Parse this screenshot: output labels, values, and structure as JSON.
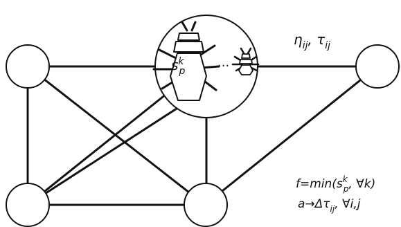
{
  "edge_label": {
    "eta": "η",
    "eta_sub": "ij",
    "sep": ",",
    "tau": "τ",
    "tau_sub": "ij"
  },
  "node_label": {
    "s": "s",
    "k": "k",
    "p": "p"
  },
  "ellipsis": "...",
  "formula_f": {
    "lhs": "f=min(s",
    "k": "k",
    "p": "p",
    "rest": ", ∀k)"
  },
  "formula_a": {
    "lhs": "a→Δτ",
    "sub": "ij",
    "rest": ", ∀i,j"
  },
  "colors": {
    "stroke": "#111111",
    "fill": "#ffffff"
  }
}
